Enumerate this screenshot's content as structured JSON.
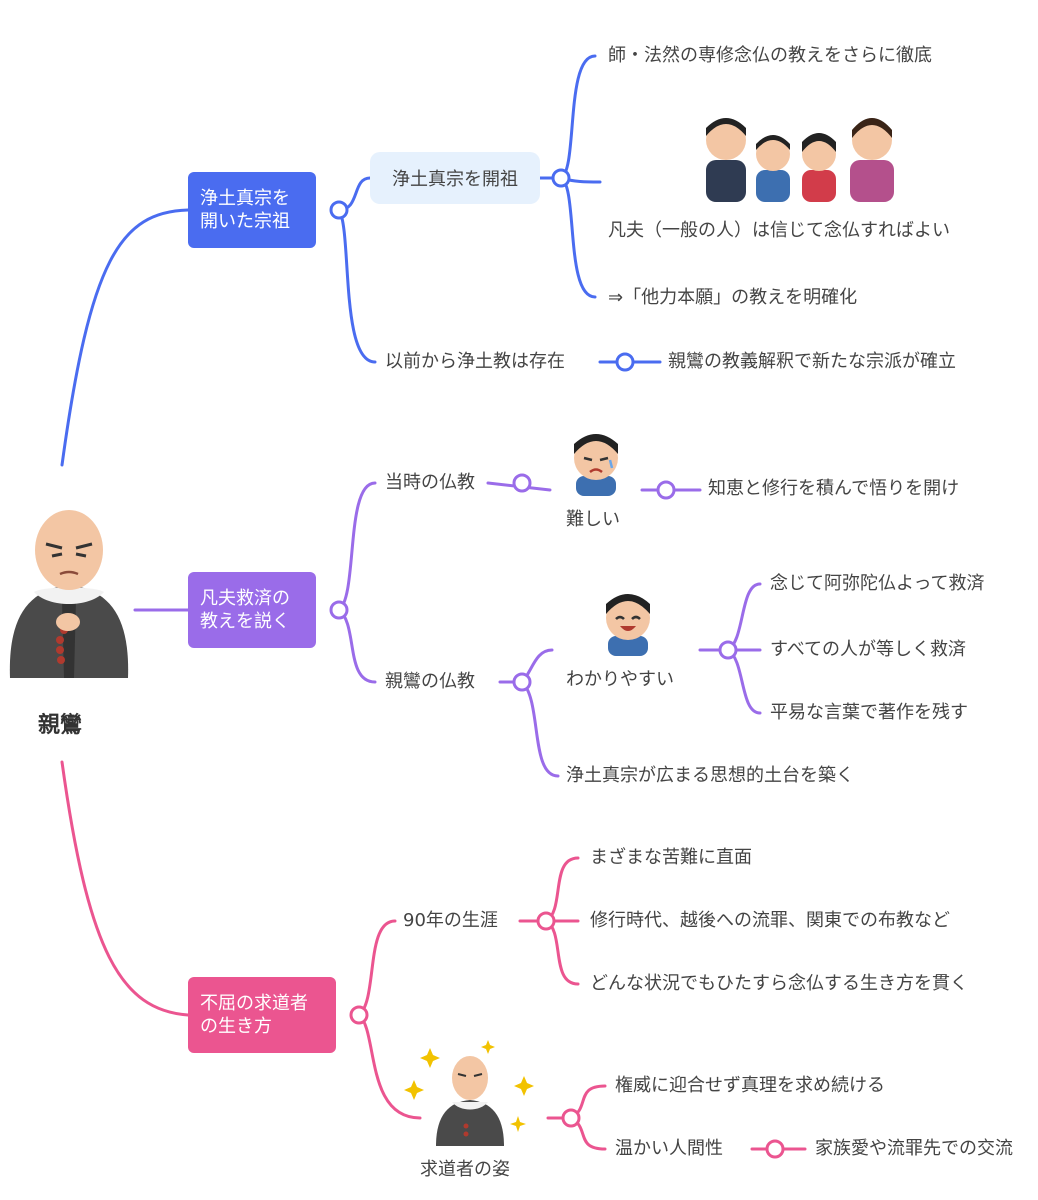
{
  "colors": {
    "blue": "#4a6cf0",
    "purple": "#9a6ce9",
    "pink": "#eb5590",
    "pill": "#e6f1fd"
  },
  "central": {
    "label": "親鸞",
    "icon": "shinran-monk-icon"
  },
  "branch1": {
    "label_l1": "浄土真宗を",
    "label_l2": "開いた宗祖",
    "node_a": "浄土真宗を開祖",
    "a_1": "師・法然の専修念仏の教えをさらに徹底",
    "a_2_icon": "praying-family-icon",
    "a_3": "凡夫（一般の人）は信じて念仏すればよい",
    "a_4": "⇒「他力本願」の教えを明確化",
    "node_b": "以前から浄土教は存在",
    "b_1": "親鸞の教義解釈で新たな宗派が確立"
  },
  "branch2": {
    "label_l1": "凡夫救済の",
    "label_l2": "教えを説く",
    "node_a": "当時の仏教",
    "a_img_caption": "難しい",
    "a_1": "知恵と修行を積んで悟りを開け",
    "node_b": "親鸞の仏教",
    "b_img_caption": "わかりやすい",
    "b_1": "念じて阿弥陀仏よって救済",
    "b_2": "すべての人が等しく救済",
    "b_3": "平易な言葉で著作を残す",
    "b_4": "浄土真宗が広まる思想的土台を築く"
  },
  "branch3": {
    "label_l1": "不屈の求道者",
    "label_l2": "の生き方",
    "node_a": "90年の生涯",
    "a_1": "まざまな苦難に直面",
    "a_2": "修行時代、越後への流罪、関東での布教など",
    "a_3": "どんな状況でもひたすら念仏する生き方を貫く",
    "node_b_caption": "求道者の姿",
    "b_1": "権威に迎合せず真理を求め続ける",
    "b_2": "温かい人間性",
    "b_3": "家族愛や流罪先での交流"
  }
}
